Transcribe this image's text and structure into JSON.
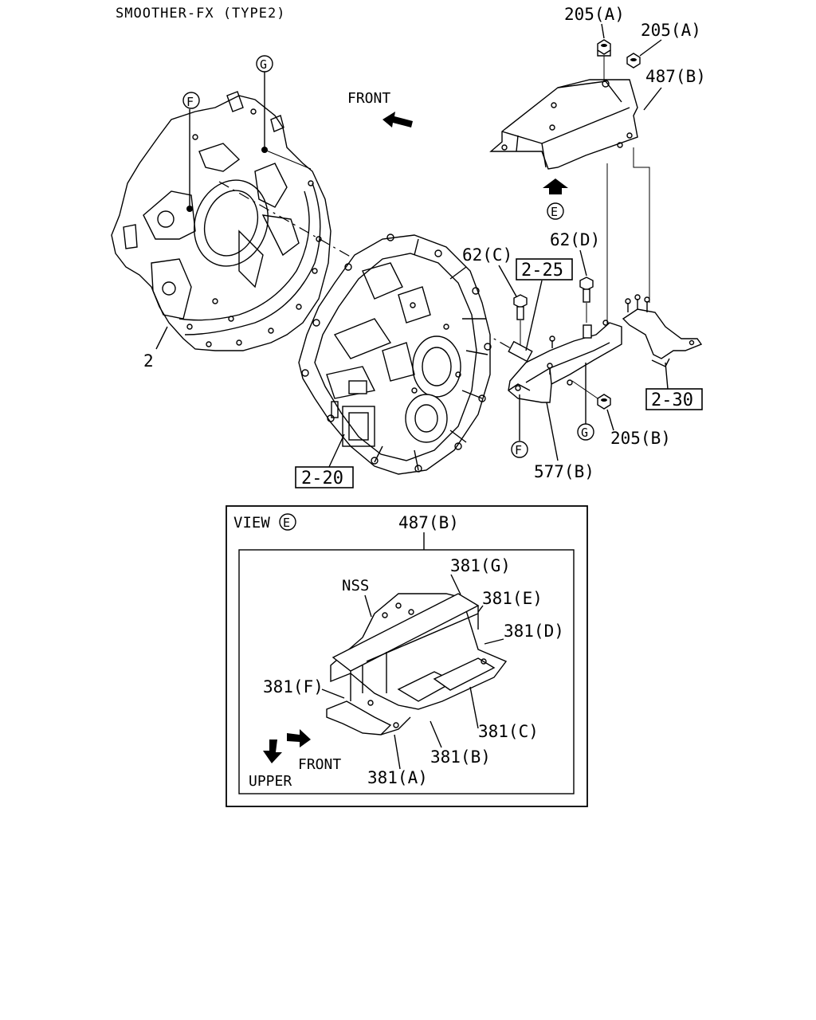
{
  "title": "SMOOTHER-FX (TYPE2)",
  "front_label": "FRONT",
  "callouts": {
    "top_205a_1": "205(A)",
    "top_205a_2": "205(A)",
    "top_487b": "487(B)",
    "e_marker": "E",
    "f_marker": "F",
    "g_marker": "G",
    "p62c": "62(C)",
    "p62d": "62(D)",
    "p2": "2",
    "p205b": "205(B)",
    "p577b": "577(B)"
  },
  "ref_boxes": {
    "r2_25": "2-25",
    "r2_20": "2-20",
    "r2_30": "2-30"
  },
  "view_e": {
    "view_label": "VIEW",
    "view_marker": "E",
    "part_487b": "487(B)",
    "nss": "NSS",
    "p381g": "381(G)",
    "p381e": "381(E)",
    "p381d": "381(D)",
    "p381f": "381(F)",
    "p381c": "381(C)",
    "p381b": "381(B)",
    "p381a": "381(A)",
    "front_label": "FRONT",
    "upper_label": "UPPER"
  }
}
